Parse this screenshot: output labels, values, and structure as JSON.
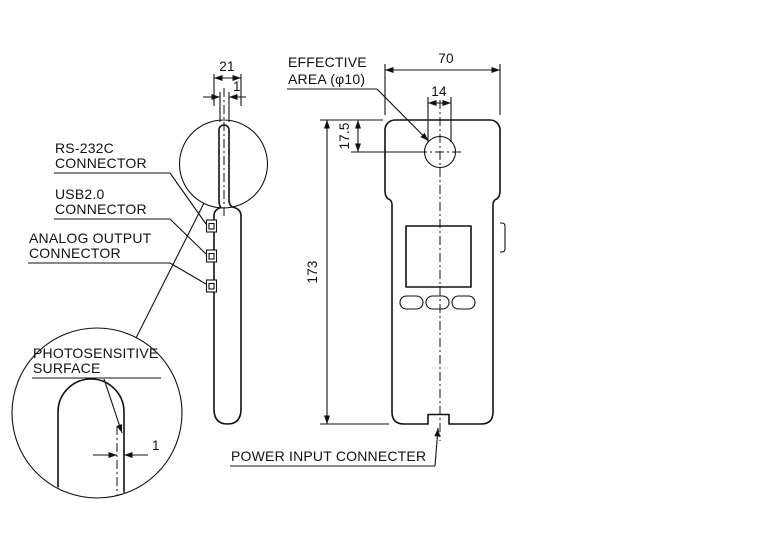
{
  "callouts": {
    "rs232c": {
      "line1": "RS-232C",
      "line2": "CONNECTOR"
    },
    "usb": {
      "line1": "USB2.0",
      "line2": "CONNECTOR"
    },
    "analog": {
      "line1": "ANALOG OUTPUT",
      "line2": "CONNECTOR"
    },
    "photosensitive": {
      "line1": "PHOTOSENSITIVE",
      "line2": "SURFACE"
    },
    "effective_area": {
      "line1": "EFFECTIVE",
      "line2": "AREA (φ10)"
    },
    "power_input": "POWER INPUT CONNECTER"
  },
  "dimensions": {
    "side_thickness": "21",
    "tip_thickness": "1",
    "front_width": "70",
    "aperture_offset": "14",
    "aperture_center_depth": "17.5",
    "body_height": "173",
    "detail_thickness": "1"
  },
  "colors": {
    "ink": "#111111",
    "background": "#ffffff"
  }
}
